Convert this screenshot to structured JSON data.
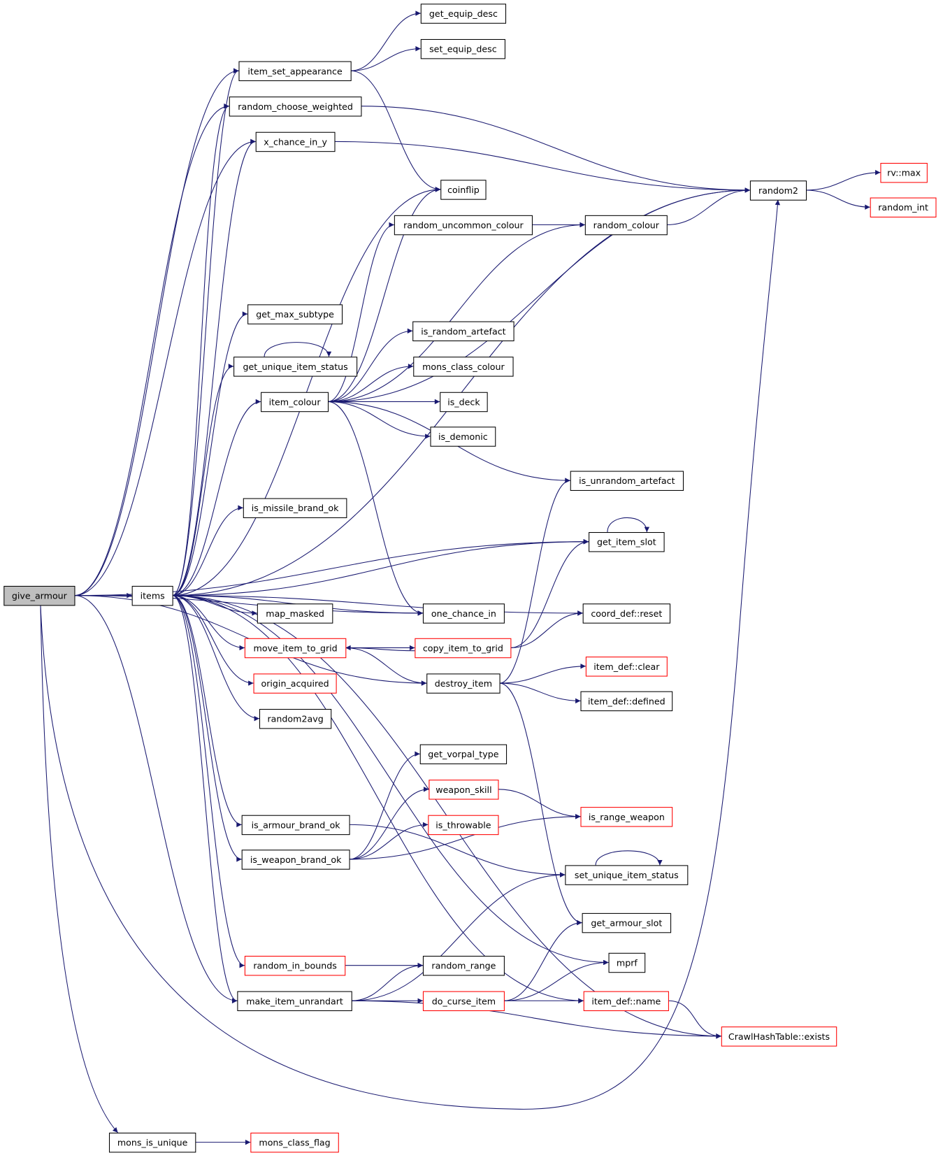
{
  "colors": {
    "edge": "#191970",
    "root_fill": "#bfbfbf",
    "border_default": "#000000",
    "border_truncated": "#ff0000"
  },
  "nodes": {
    "give_armour": {
      "label": "give_armour",
      "root": true
    },
    "items": {
      "label": "items"
    },
    "get_equip_desc": {
      "label": "get_equip_desc"
    },
    "set_equip_desc": {
      "label": "set_equip_desc"
    },
    "item_set_appearance": {
      "label": "item_set_appearance"
    },
    "random_choose_weighted": {
      "label": "random_choose_weighted"
    },
    "x_chance_in_y": {
      "label": "x_chance_in_y"
    },
    "coinflip": {
      "label": "coinflip"
    },
    "random2": {
      "label": "random2"
    },
    "rv_max": {
      "label": "rv::max",
      "truncated": true
    },
    "random_int": {
      "label": "random_int",
      "truncated": true
    },
    "random_uncommon_colour": {
      "label": "random_uncommon_colour"
    },
    "random_colour": {
      "label": "random_colour"
    },
    "get_max_subtype": {
      "label": "get_max_subtype"
    },
    "get_unique_item_status": {
      "label": "get_unique_item_status"
    },
    "is_random_artefact": {
      "label": "is_random_artefact"
    },
    "mons_class_colour": {
      "label": "mons_class_colour"
    },
    "item_colour": {
      "label": "item_colour"
    },
    "is_deck": {
      "label": "is_deck"
    },
    "is_demonic": {
      "label": "is_demonic"
    },
    "is_unrandom_artefact": {
      "label": "is_unrandom_artefact"
    },
    "is_missile_brand_ok": {
      "label": "is_missile_brand_ok"
    },
    "get_item_slot": {
      "label": "get_item_slot"
    },
    "map_masked": {
      "label": "map_masked"
    },
    "one_chance_in": {
      "label": "one_chance_in"
    },
    "coord_def_reset": {
      "label": "coord_def::reset"
    },
    "move_item_to_grid": {
      "label": "move_item_to_grid",
      "truncated": true
    },
    "copy_item_to_grid": {
      "label": "copy_item_to_grid",
      "truncated": true
    },
    "origin_acquired": {
      "label": "origin_acquired",
      "truncated": true
    },
    "destroy_item": {
      "label": "destroy_item"
    },
    "item_def_clear": {
      "label": "item_def::clear",
      "truncated": true
    },
    "item_def_defined": {
      "label": "item_def::defined"
    },
    "random2avg": {
      "label": "random2avg"
    },
    "get_vorpal_type": {
      "label": "get_vorpal_type"
    },
    "weapon_skill": {
      "label": "weapon_skill",
      "truncated": true
    },
    "is_throwable": {
      "label": "is_throwable",
      "truncated": true
    },
    "is_range_weapon": {
      "label": "is_range_weapon",
      "truncated": true
    },
    "is_armour_brand_ok": {
      "label": "is_armour_brand_ok"
    },
    "is_weapon_brand_ok": {
      "label": "is_weapon_brand_ok"
    },
    "set_unique_item_status": {
      "label": "set_unique_item_status"
    },
    "get_armour_slot": {
      "label": "get_armour_slot"
    },
    "mprf": {
      "label": "mprf"
    },
    "random_in_bounds": {
      "label": "random_in_bounds",
      "truncated": true
    },
    "random_range": {
      "label": "random_range"
    },
    "make_item_unrandart": {
      "label": "make_item_unrandart"
    },
    "do_curse_item": {
      "label": "do_curse_item",
      "truncated": true
    },
    "item_def_name": {
      "label": "item_def::name",
      "truncated": true
    },
    "crawlhashtable_exists": {
      "label": "CrawlHashTable::exists",
      "truncated": true
    },
    "mons_is_unique": {
      "label": "mons_is_unique"
    },
    "mons_class_flag": {
      "label": "mons_class_flag",
      "truncated": true
    }
  },
  "edges": [
    [
      "give_armour",
      "items"
    ],
    [
      "give_armour",
      "item_set_appearance"
    ],
    [
      "give_armour",
      "random_choose_weighted"
    ],
    [
      "give_armour",
      "x_chance_in_y"
    ],
    [
      "give_armour",
      "get_item_slot"
    ],
    [
      "give_armour",
      "one_chance_in"
    ],
    [
      "give_armour",
      "destroy_item"
    ],
    [
      "give_armour",
      "make_item_unrandart"
    ],
    [
      "give_armour",
      "random2"
    ],
    [
      "give_armour",
      "mons_is_unique"
    ],
    [
      "items",
      "item_set_appearance"
    ],
    [
      "items",
      "random_choose_weighted"
    ],
    [
      "items",
      "x_chance_in_y"
    ],
    [
      "items",
      "coinflip"
    ],
    [
      "items",
      "random2"
    ],
    [
      "items",
      "get_max_subtype"
    ],
    [
      "items",
      "get_unique_item_status"
    ],
    [
      "items",
      "item_colour"
    ],
    [
      "items",
      "is_missile_brand_ok"
    ],
    [
      "items",
      "get_item_slot"
    ],
    [
      "items",
      "coord_def_reset"
    ],
    [
      "items",
      "map_masked"
    ],
    [
      "items",
      "move_item_to_grid"
    ],
    [
      "items",
      "origin_acquired"
    ],
    [
      "items",
      "random2avg"
    ],
    [
      "items",
      "one_chance_in"
    ],
    [
      "items",
      "is_armour_brand_ok"
    ],
    [
      "items",
      "is_weapon_brand_ok"
    ],
    [
      "items",
      "mprf"
    ],
    [
      "items",
      "random_in_bounds"
    ],
    [
      "items",
      "make_item_unrandart"
    ],
    [
      "items",
      "item_def_name"
    ],
    [
      "items",
      "crawlhashtable_exists"
    ],
    [
      "item_set_appearance",
      "get_equip_desc"
    ],
    [
      "item_set_appearance",
      "set_equip_desc"
    ],
    [
      "item_set_appearance",
      "coinflip"
    ],
    [
      "random_choose_weighted",
      "random2"
    ],
    [
      "x_chance_in_y",
      "random2"
    ],
    [
      "random_uncommon_colour",
      "random_colour"
    ],
    [
      "random_colour",
      "random2"
    ],
    [
      "random2",
      "rv_max"
    ],
    [
      "random2",
      "random_int"
    ],
    [
      "get_unique_item_status",
      "get_unique_item_status"
    ],
    [
      "item_colour",
      "coinflip"
    ],
    [
      "item_colour",
      "random_uncommon_colour"
    ],
    [
      "item_colour",
      "random_colour"
    ],
    [
      "item_colour",
      "random2"
    ],
    [
      "item_colour",
      "is_random_artefact"
    ],
    [
      "item_colour",
      "mons_class_colour"
    ],
    [
      "item_colour",
      "is_deck"
    ],
    [
      "item_colour",
      "is_demonic"
    ],
    [
      "item_colour",
      "is_unrandom_artefact"
    ],
    [
      "item_colour",
      "one_chance_in"
    ],
    [
      "get_item_slot",
      "get_item_slot"
    ],
    [
      "move_item_to_grid",
      "copy_item_to_grid"
    ],
    [
      "move_item_to_grid",
      "destroy_item"
    ],
    [
      "copy_item_to_grid",
      "move_item_to_grid"
    ],
    [
      "copy_item_to_grid",
      "get_item_slot"
    ],
    [
      "copy_item_to_grid",
      "coord_def_reset"
    ],
    [
      "destroy_item",
      "item_def_clear"
    ],
    [
      "destroy_item",
      "item_def_defined"
    ],
    [
      "destroy_item",
      "is_unrandom_artefact"
    ],
    [
      "destroy_item",
      "get_armour_slot"
    ],
    [
      "is_armour_brand_ok",
      "set_unique_item_status"
    ],
    [
      "is_weapon_brand_ok",
      "get_vorpal_type"
    ],
    [
      "is_weapon_brand_ok",
      "weapon_skill"
    ],
    [
      "is_weapon_brand_ok",
      "is_throwable"
    ],
    [
      "is_weapon_brand_ok",
      "is_range_weapon"
    ],
    [
      "weapon_skill",
      "is_range_weapon"
    ],
    [
      "set_unique_item_status",
      "set_unique_item_status"
    ],
    [
      "random_in_bounds",
      "random_range"
    ],
    [
      "make_item_unrandart",
      "random_range"
    ],
    [
      "make_item_unrandart",
      "do_curse_item"
    ],
    [
      "make_item_unrandart",
      "set_unique_item_status"
    ],
    [
      "make_item_unrandart",
      "crawlhashtable_exists"
    ],
    [
      "do_curse_item",
      "item_def_name"
    ],
    [
      "do_curse_item",
      "mprf"
    ],
    [
      "do_curse_item",
      "get_armour_slot"
    ],
    [
      "item_def_name",
      "crawlhashtable_exists"
    ],
    [
      "mons_is_unique",
      "mons_class_flag"
    ]
  ]
}
